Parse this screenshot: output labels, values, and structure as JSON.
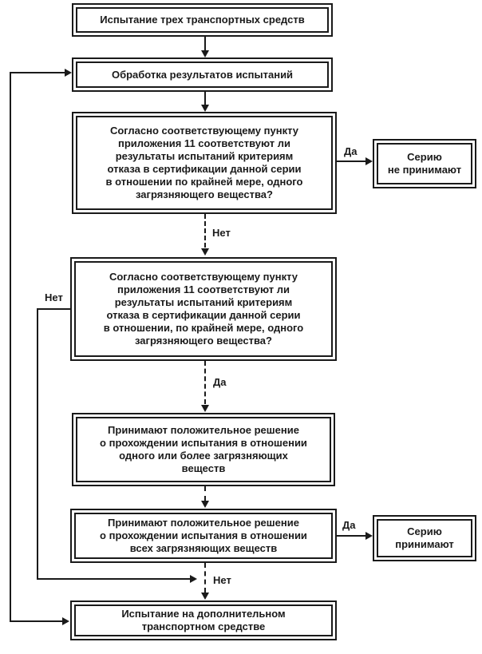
{
  "flowchart": {
    "colors": {
      "ink": "#1a1a1a",
      "paper": "#ffffff"
    },
    "labels": {
      "yes": "Да",
      "no": "Нет"
    },
    "nodes": {
      "test_three_vehicles": {
        "text": "Испытание трех транспортных средств"
      },
      "process_results": {
        "text": "Обработка результатов испытаний"
      },
      "decision_fail_criteria_1": {
        "text": "Согласно соответствующему пункту\nприложения 11 соответствуют ли\nрезультаты испытаний критериям\nотказа в сертификации данной серии\nв отношении по  крайней мере, одного\nзагрязняющего вещества?"
      },
      "decision_fail_criteria_2": {
        "text": "Согласно соответствующему пункту\nприложения 11 соответствуют ли\nрезультаты испытаний критериям\nотказа в сертификации данной серии\nв отношении, по крайней мере, одного\nзагрязняющего вещества?"
      },
      "pass_decision_one_pollutant": {
        "text": "Принимают положительное решение\nо прохождении испытания в отношении\nодного или более загрязняющих\nвеществ"
      },
      "pass_decision_all_pollutants": {
        "text": "Принимают положительное решение\nо прохождении испытания в отношении\nвсех загрязняющих веществ"
      },
      "additional_vehicle_test": {
        "text": "Испытание на дополнительном\nтранспортном средстве"
      },
      "series_rejected": {
        "text": "Серию\nне принимают"
      },
      "series_accepted": {
        "text": "Серию\nпринимают"
      }
    }
  }
}
